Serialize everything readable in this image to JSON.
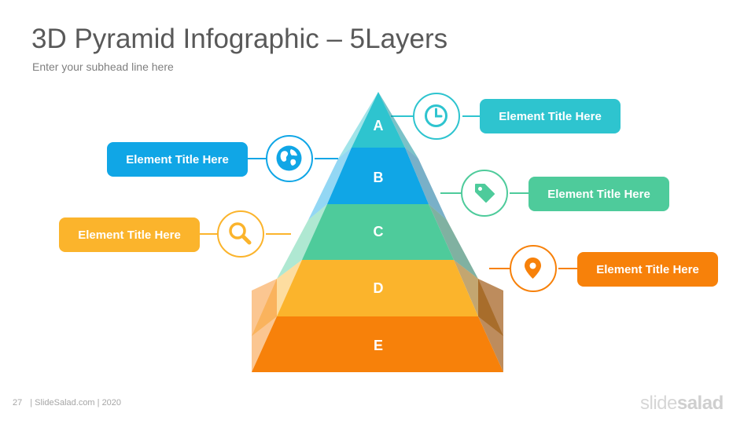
{
  "header": {
    "title": "3D Pyramid Infographic – 5Layers",
    "subtitle": "Enter your subhead line here"
  },
  "pyramid": {
    "layers": [
      {
        "label": "A",
        "color": "#2ec4cf"
      },
      {
        "label": "B",
        "color": "#10a6e6"
      },
      {
        "label": "C",
        "color": "#4ecb9b"
      },
      {
        "label": "D",
        "color": "#fbb42c"
      },
      {
        "label": "E",
        "color": "#f7810a"
      }
    ]
  },
  "callouts": {
    "clock": {
      "title": "Element Title Here",
      "color": "#2ec4cf",
      "icon": "clock-icon"
    },
    "globe": {
      "title": "Element Title Here",
      "color": "#10a6e6",
      "icon": "globe-icon"
    },
    "tag": {
      "title": "Element Title Here",
      "color": "#4ecb9b",
      "icon": "tag-icon"
    },
    "search": {
      "title": "Element Title Here",
      "color": "#fbb42c",
      "icon": "search-icon"
    },
    "pin": {
      "title": "Element Title Here",
      "color": "#f7810a",
      "icon": "location-pin-icon"
    }
  },
  "footer": {
    "page_number": "27",
    "text": "| SlideSalad.com | 2020",
    "logo_light": "slide",
    "logo_bold": "salad"
  }
}
